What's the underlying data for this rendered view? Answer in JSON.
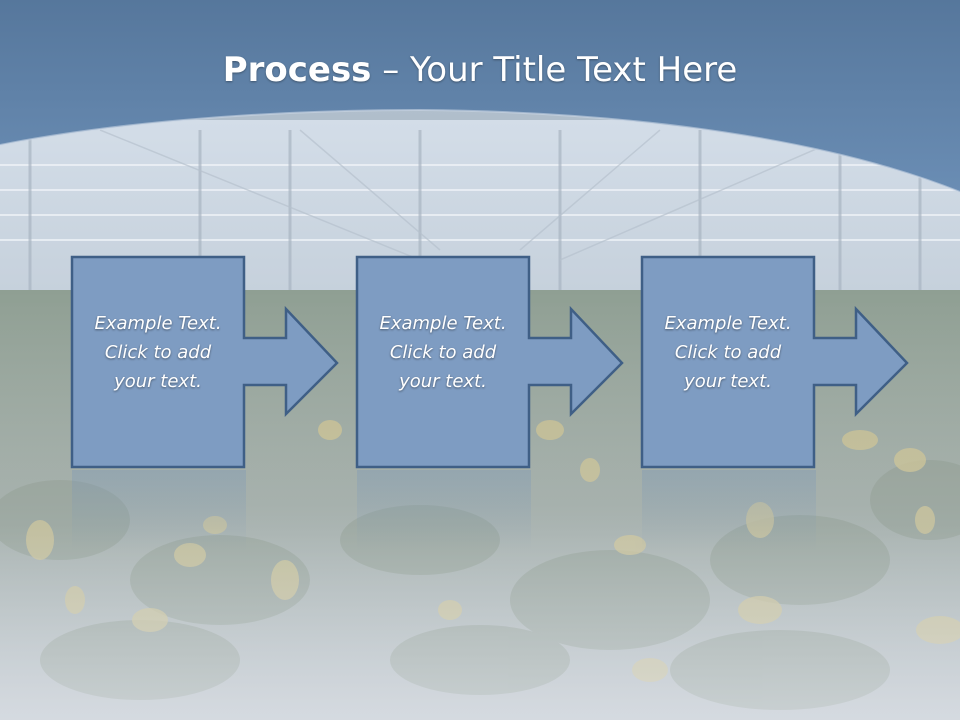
{
  "slide": {
    "title_bold": "Process",
    "title_rest": " – Your Title Text Here"
  },
  "steps": [
    {
      "line1": "Example Text.",
      "line2": "Click  to add",
      "line3": "your text."
    },
    {
      "line1": "Example Text.",
      "line2": "Click  to add",
      "line3": "your text."
    },
    {
      "line1": "Example Text.",
      "line2": "Click  to add",
      "line3": "your text."
    }
  ],
  "colors": {
    "band": "#5f82a8",
    "box_fill": "#7e9cc2",
    "box_stroke": "#3f5f86",
    "text": "#ffffff"
  }
}
